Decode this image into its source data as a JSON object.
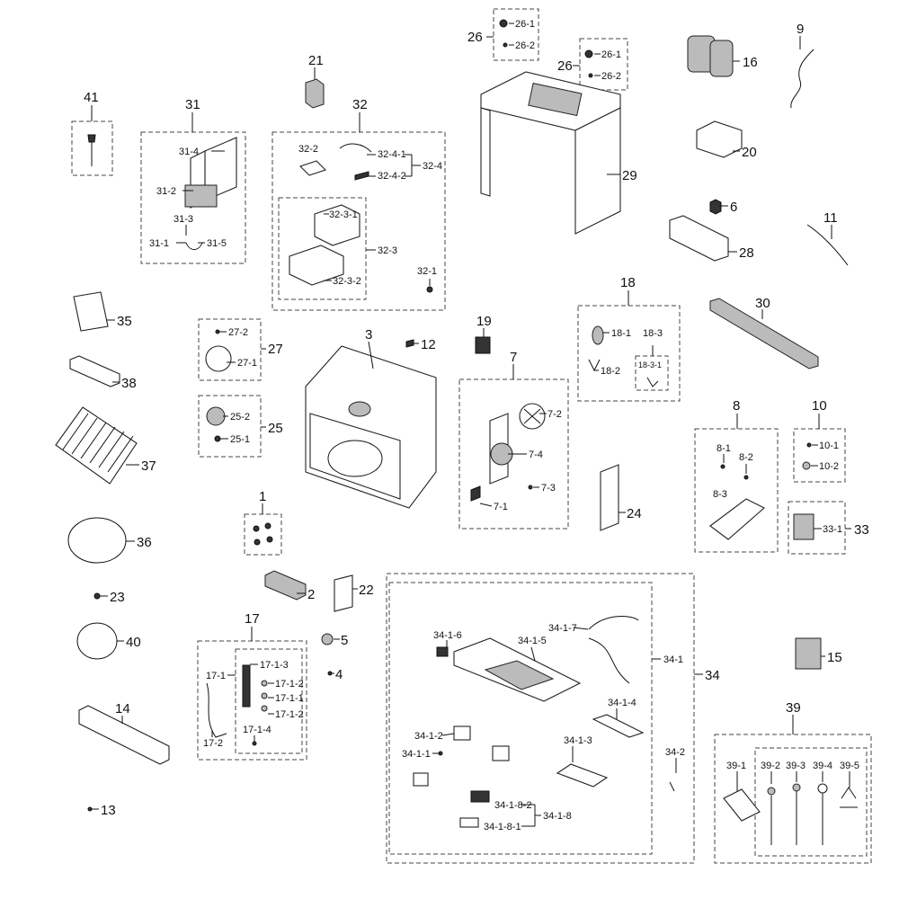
{
  "labels": {
    "l1": "1",
    "l2": "2",
    "l3": "3",
    "l4": "4",
    "l5": "5",
    "l6": "6",
    "l7": "7",
    "l8": "8",
    "l9": "9",
    "l10": "10",
    "l11": "11",
    "l12": "12",
    "l13": "13",
    "l14": "14",
    "l15": "15",
    "l16": "16",
    "l17": "17",
    "l18": "18",
    "l19": "19",
    "l20": "20",
    "l21": "21",
    "l22": "22",
    "l23": "23",
    "l24": "24",
    "l25": "25",
    "l26a": "26",
    "l26b": "26",
    "l27": "27",
    "l28": "28",
    "l29": "29",
    "l30": "30",
    "l31": "31",
    "l32": "32",
    "l33": "33",
    "l34": "34",
    "l35": "35",
    "l36": "36",
    "l37": "37",
    "l38": "38",
    "l39": "39",
    "l40": "40",
    "l41": "41",
    "s7_1": "7-1",
    "s7_2": "7-2",
    "s7_3": "7-3",
    "s7_4": "7-4",
    "s8_1": "8-1",
    "s8_2": "8-2",
    "s8_3": "8-3",
    "s10_1": "10-1",
    "s10_2": "10-2",
    "s17_1": "17-1",
    "s17_2": "17-2",
    "s17_1_1": "17-1-1",
    "s17_1_2a": "17-1-2",
    "s17_1_2b": "17-1-2",
    "s17_1_3": "17-1-3",
    "s17_1_4": "17-1-4",
    "s18_1": "18-1",
    "s18_2": "18-2",
    "s18_3": "18-3",
    "s18_3_1": "18-3-1",
    "s25_1": "25-1",
    "s25_2": "25-2",
    "s26_1a": "26-1",
    "s26_2a": "26-2",
    "s26_1b": "26-1",
    "s26_2b": "26-2",
    "s27_1": "27-1",
    "s27_2": "27-2",
    "s31_1": "31-1",
    "s31_2": "31-2",
    "s31_3": "31-3",
    "s31_4": "31-4",
    "s31_5": "31-5",
    "s32_1": "32-1",
    "s32_2": "32-2",
    "s32_3": "32-3",
    "s32_3_1": "32-3-1",
    "s32_3_2": "32-3-2",
    "s32_4": "32-4",
    "s32_4_1": "32-4-1",
    "s32_4_2": "32-4-2",
    "s33_1": "33-1",
    "s34_1": "34-1",
    "s34_2": "34-2",
    "s34_1_1": "34-1-1",
    "s34_1_2": "34-1-2",
    "s34_1_3": "34-1-3",
    "s34_1_4": "34-1-4",
    "s34_1_5": "34-1-5",
    "s34_1_6": "34-1-6",
    "s34_1_7": "34-1-7",
    "s34_1_8": "34-1-8",
    "s34_1_8_1": "34-1-8-1",
    "s34_1_8_2": "34-1-8-2",
    "s39_1": "39-1",
    "s39_2": "39-2",
    "s39_3": "39-3",
    "s39_4": "39-4",
    "s39_5": "39-5"
  }
}
